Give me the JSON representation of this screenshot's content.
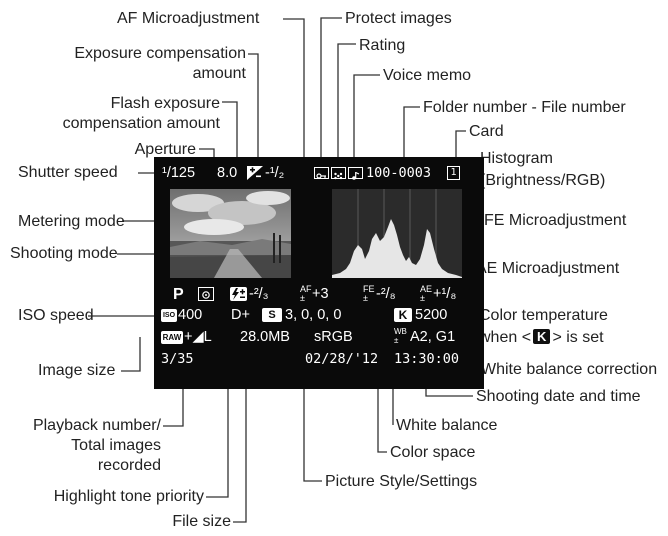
{
  "labels": {
    "af_microadjustment": "AF Microadjustment",
    "protect_images": "Protect images",
    "exposure_comp_1": "Exposure compensation",
    "exposure_comp_2": "amount",
    "rating": "Rating",
    "voice_memo": "Voice memo",
    "flash_comp_1": "Flash exposure",
    "flash_comp_2": "compensation amount",
    "folder_file": "Folder number - File number",
    "aperture": "Aperture",
    "card": "Card",
    "shutter_speed": "Shutter speed",
    "histogram_1": "Histogram",
    "histogram_2": "(Brightness/RGB)",
    "fe_microadjustment": "FE Microadjustment",
    "metering_mode": "Metering mode",
    "shooting_mode": "Shooting mode",
    "ae_microadjustment": "AE Microadjustment",
    "iso_speed": "ISO speed",
    "color_temp_1": "Color temperature",
    "color_temp_2a": "when <",
    "color_temp_2b": "> is set",
    "image_size": "Image size",
    "wb_correction": "White balance correction",
    "shooting_date": "Shooting date and time",
    "playback_1": "Playback number/",
    "playback_2": "Total images",
    "playback_3": "recorded",
    "white_balance": "White balance",
    "color_space": "Color space",
    "highlight_tone": "Highlight tone priority",
    "picture_style": "Picture Style/Settings",
    "file_size": "File size",
    "kelvin_glyph": "K"
  },
  "screen": {
    "shutter": "¹/125",
    "aperture": "8.0",
    "exp_comp": "-¹/₂",
    "folder_file": "100-0003",
    "card_num": "1",
    "mode": "P",
    "flash_comp": "-²/₃",
    "af_adj": "+3",
    "fe_adj": "-²/₈",
    "ae_adj": "+¹/₈",
    "iso_badge": "ISO",
    "iso": "400",
    "highlight": "D+",
    "ps_badge": "S",
    "picture_style": "3, 0, 0, 0",
    "kelvin_badge": "K",
    "kelvin": "5200",
    "raw_badge": "RAW",
    "image_size": "+◢L",
    "file_size": "28.0MB",
    "color_space": "sRGB",
    "wb_corr": "A2, G1",
    "playback": "3/35",
    "date": "02/28/'12",
    "time": "13:30:00"
  }
}
